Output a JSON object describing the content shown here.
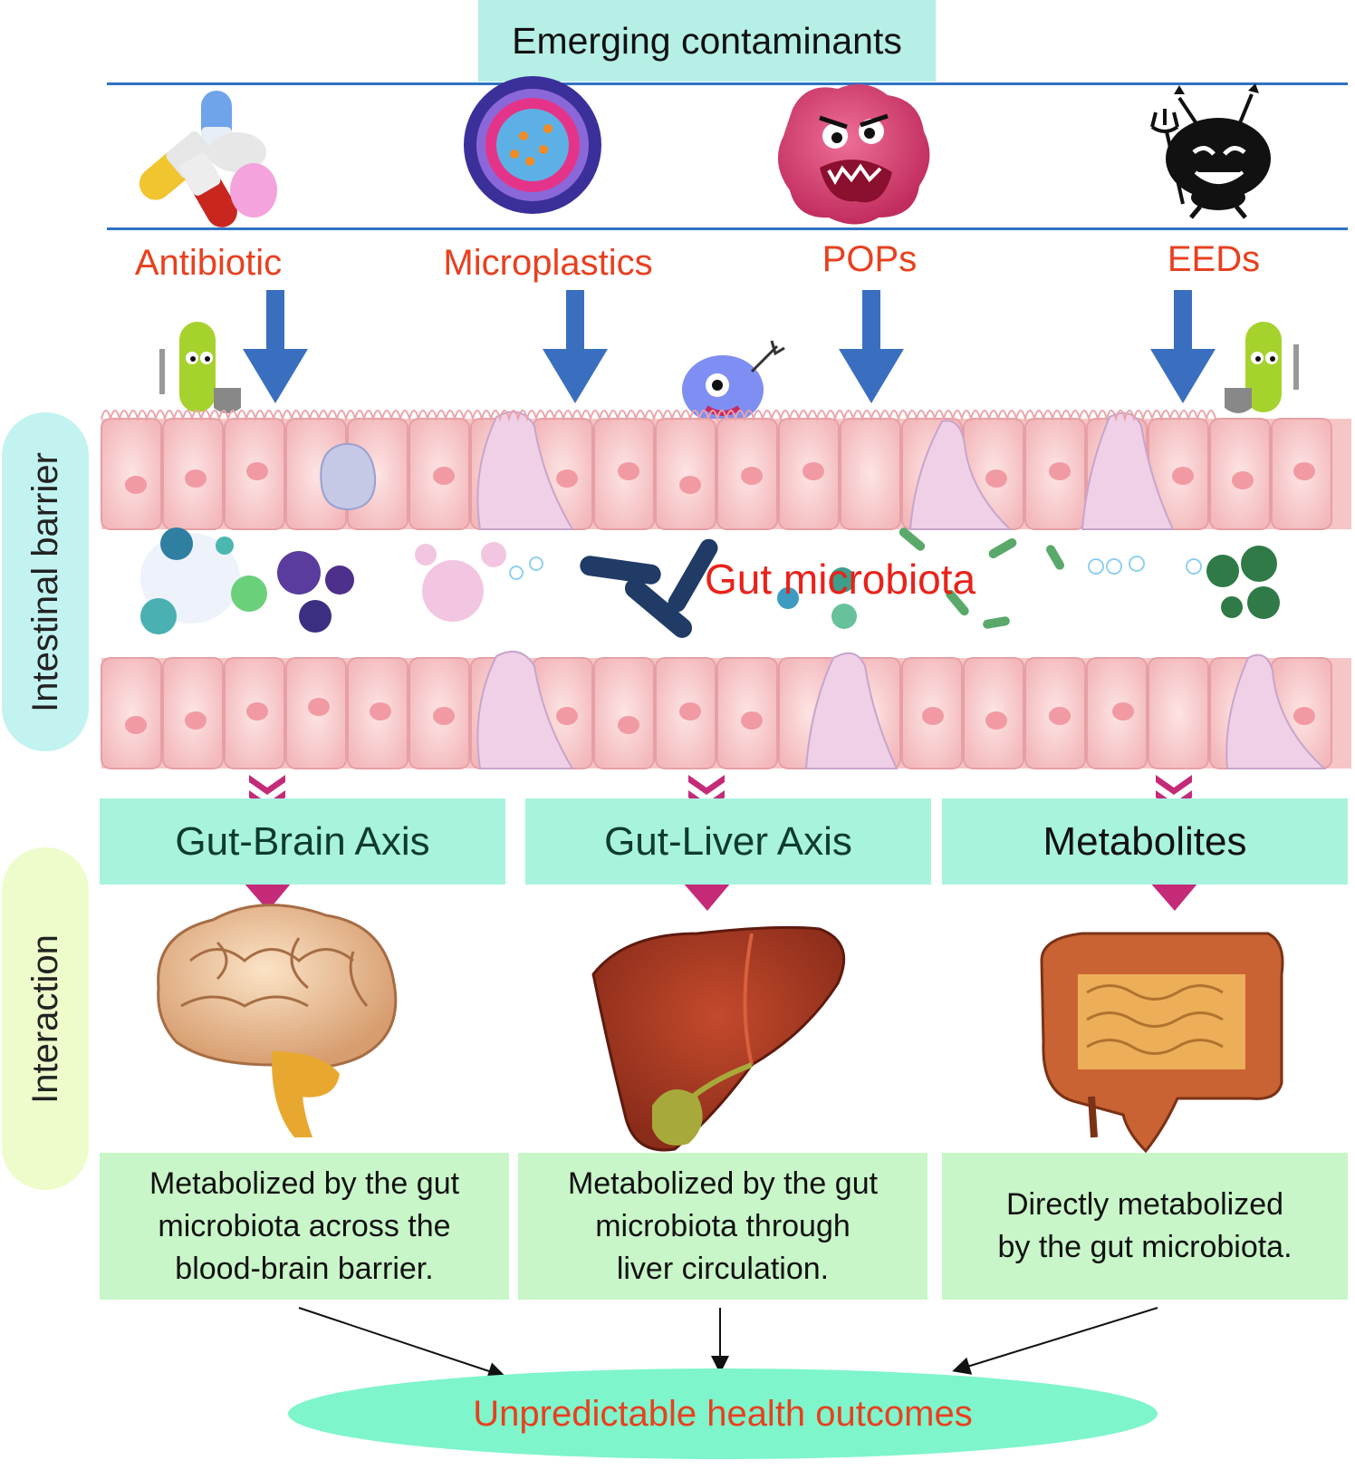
{
  "title": "Emerging contaminants",
  "contaminants": [
    "Antibiotic",
    "Microplastics",
    "POPs",
    "EEDs"
  ],
  "side_labels": {
    "barrier": "Intestinal barrier",
    "interaction": "Interaction"
  },
  "gut_label": "Gut microbiota",
  "axes": [
    "Gut-Brain Axis",
    "Gut-Liver Axis",
    "Metabolites"
  ],
  "descriptions": [
    [
      "Metabolized by the gut",
      "microbiota across the",
      "blood-brain barrier."
    ],
    [
      "Metabolized by the gut",
      "microbiota through",
      "liver circulation."
    ],
    [
      "Directly metabolized",
      "by the gut microbiota."
    ]
  ],
  "outcome": "Unpredictable health outcomes",
  "colors": {
    "contaminant_text": "#e8401f",
    "arrow_blue": "#3a6fc0",
    "axis_box": "#a7f3de",
    "desc_box": "#c8f6c8",
    "outcome": "#7ef5cb"
  }
}
